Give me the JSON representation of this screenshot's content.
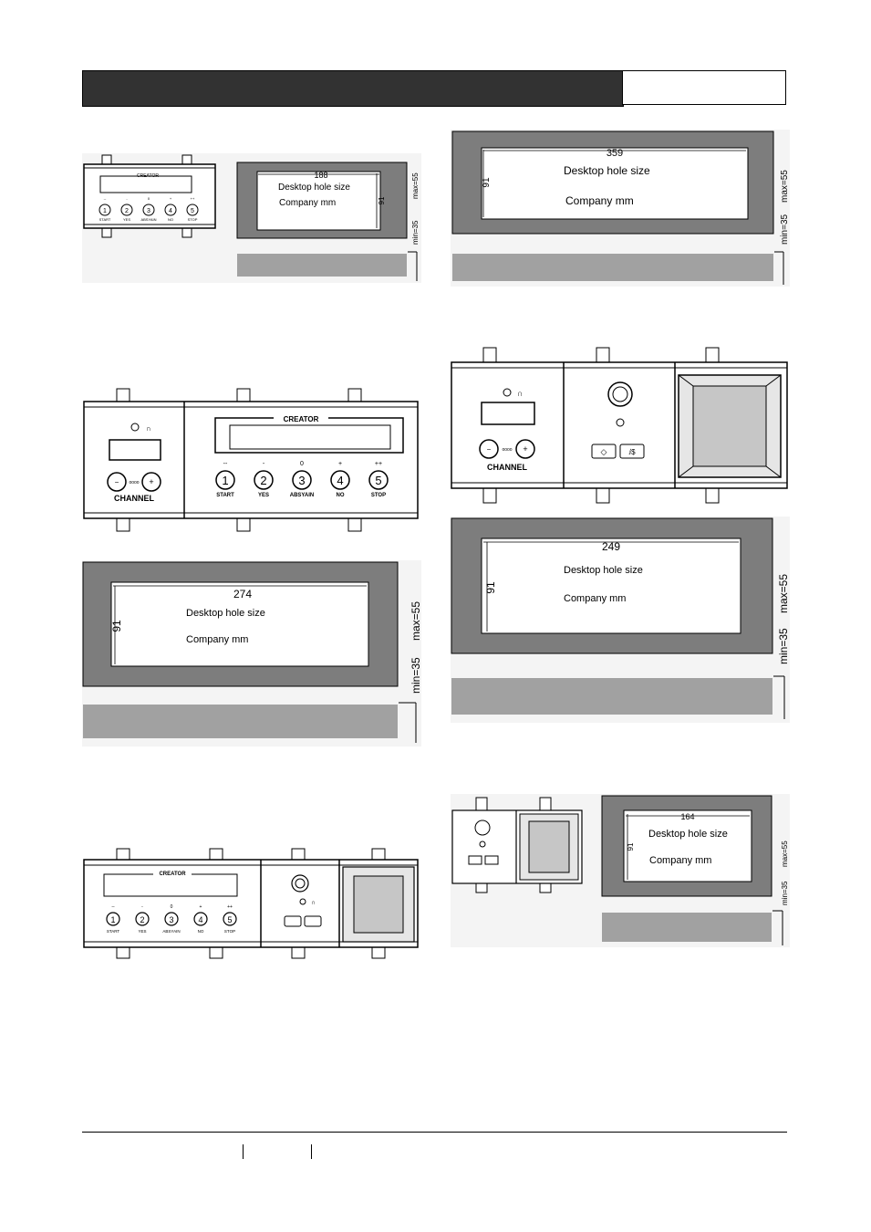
{
  "header": {
    "title": ""
  },
  "labels": {
    "brand": "CREATOR",
    "channel": "CHANNEL",
    "hole_title": "Desktop hole size",
    "hole_unit": "Company mm",
    "hole_unit_spaced": "Company  mm",
    "min": "min=35",
    "max": "max=55",
    "max_compact": "max=55",
    "height_dim": "91"
  },
  "vote_buttons": {
    "numbers": [
      "1",
      "2",
      "3",
      "4",
      "5"
    ],
    "names": [
      "START",
      "YES",
      "ABSYAIN",
      "NO",
      "STOP"
    ],
    "symbols": [
      "--",
      "-",
      "0",
      "+",
      "++"
    ]
  },
  "dimensions": {
    "small_unit": "188",
    "chairman_unit": "274",
    "large_right": "359",
    "combo_unit": "249",
    "speaker_unit": "164"
  }
}
